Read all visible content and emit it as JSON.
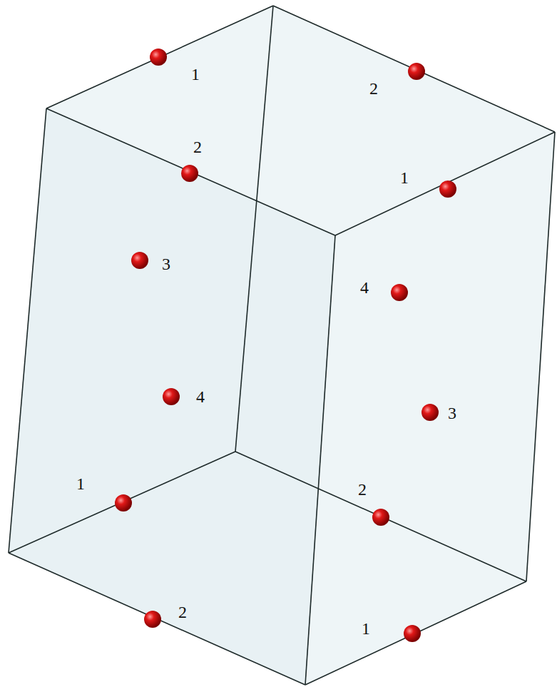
{
  "diagram": {
    "labels": [
      "1",
      "2",
      "2",
      "1",
      "3",
      "4",
      "4",
      "3",
      "1",
      "2",
      "2",
      "1"
    ]
  }
}
